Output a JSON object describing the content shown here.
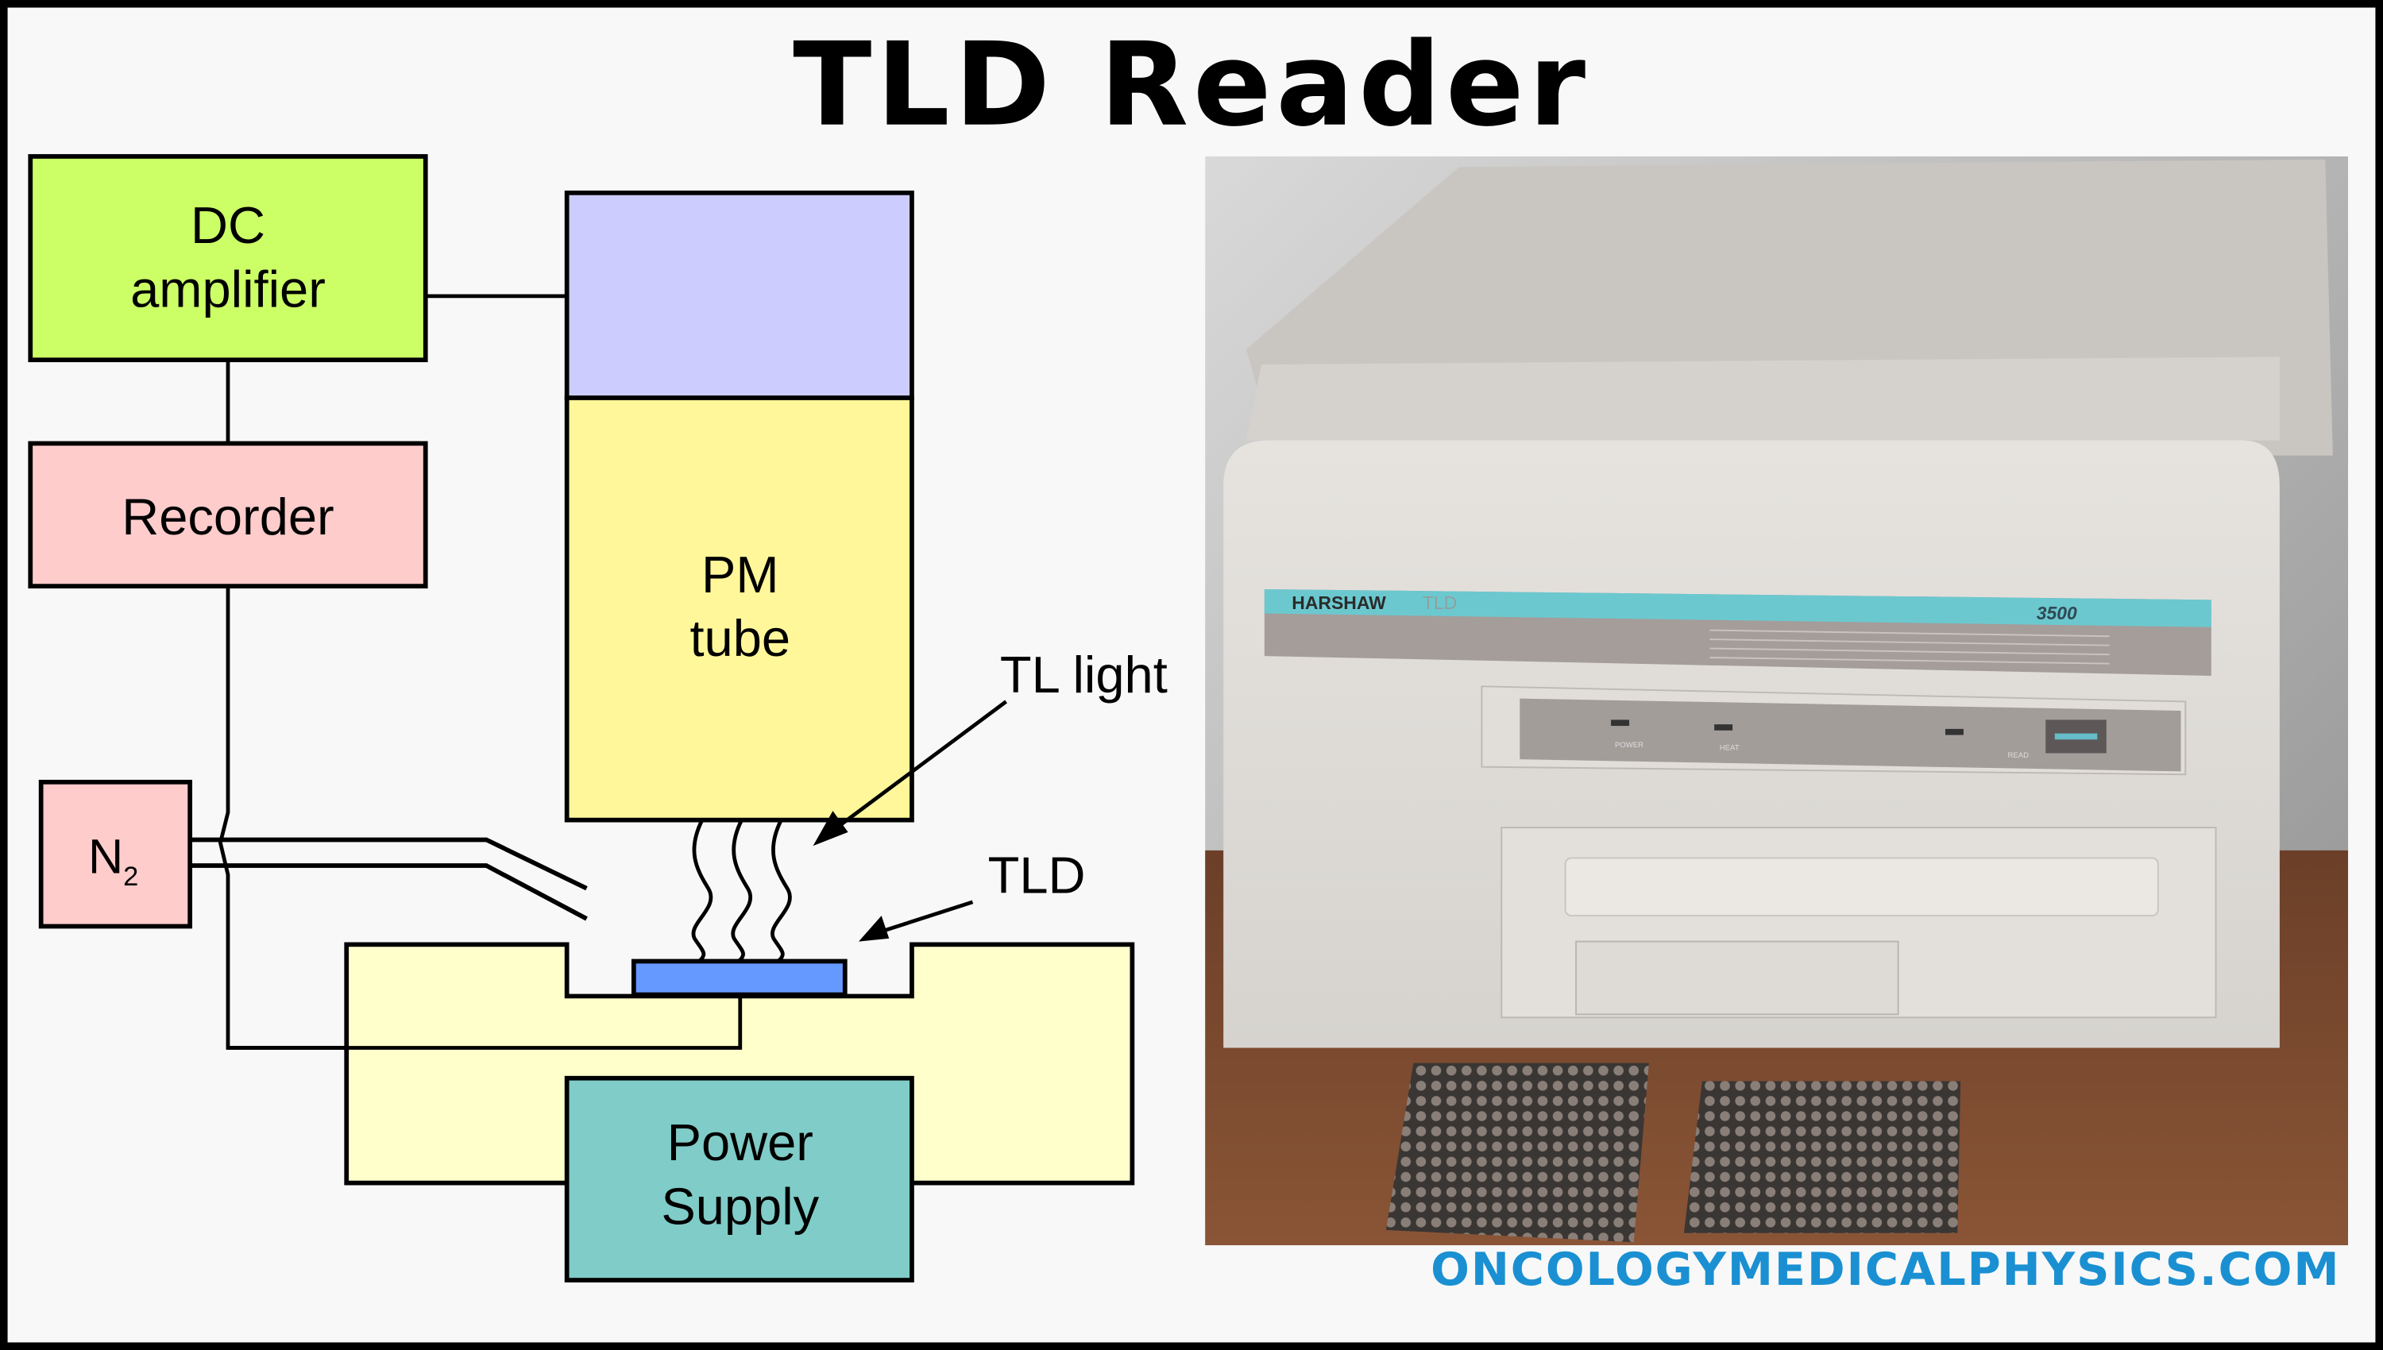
{
  "title": "TLD Reader",
  "diagram": {
    "dc_amplifier": {
      "line1": "DC",
      "line2": "amplifier",
      "color": "#ccff66"
    },
    "recorder": {
      "label": "Recorder",
      "color": "#ffcccc"
    },
    "pm_tube": {
      "line1": "PM",
      "line2": "tube",
      "top_color": "#ccccff",
      "body_color": "#fff799"
    },
    "n2": {
      "label": "N",
      "subscript": "2",
      "color": "#ffcccc"
    },
    "power_supply": {
      "line1": "Power",
      "line2": "Supply",
      "color": "#80ccc8"
    },
    "heater_color": "#ffffcc",
    "tld_color": "#6699ff",
    "tl_light_label": "TL light",
    "tld_label": "TLD"
  },
  "photo": {
    "brand": "HARSHAW",
    "brand_suffix": "TLD",
    "model": "3500",
    "indicator_power": "POWER",
    "indicator_heat": "HEAT",
    "read_label": "READ",
    "stripe_color": "#6cc8cf"
  },
  "watermark": {
    "text": "ONCOLOGYMEDICALPHYSICS.COM",
    "color": "#1a90d2"
  }
}
